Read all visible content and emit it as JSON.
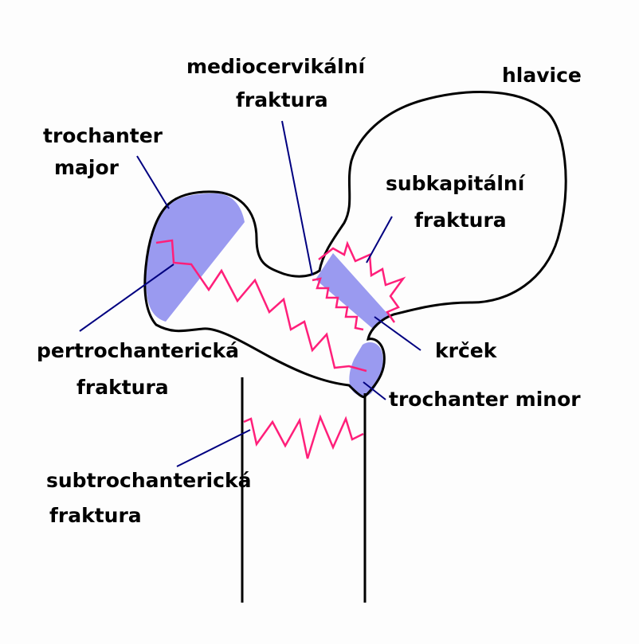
{
  "labels": {
    "hlavice": "hlavice",
    "mediocervikalni_1": "mediocervikální",
    "mediocervikalni_2": "fraktura",
    "trochanter_major_1": "trochanter",
    "trochanter_major_2": "major",
    "subkapitalni_1": "subkapitální",
    "subkapitalni_2": "fraktura",
    "pertrochantericka_1": "pertrochanterická",
    "pertrochantericka_2": "fraktura",
    "krcek": "krček",
    "trochanter_minor": "trochanter minor",
    "subtrochantericka_1": "subtrochanterická",
    "subtrochantericka_2": "fraktura"
  },
  "colors": {
    "outline": "#000000",
    "shading": "#9a9af0",
    "fracture": "#ff1f7a",
    "leader": "#000080",
    "background": "#fdfdfd"
  }
}
